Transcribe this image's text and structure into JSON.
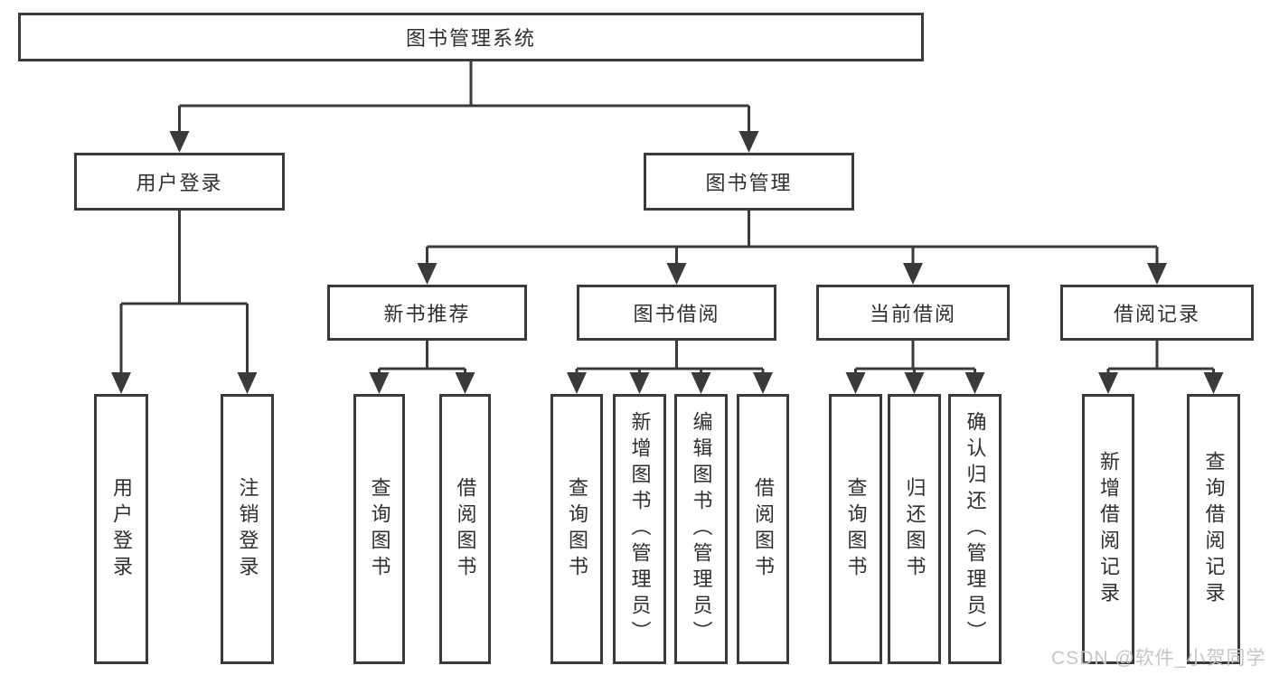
{
  "tree": {
    "root": "图书管理系统",
    "branches": [
      {
        "label": "用户登录",
        "leaves": [
          "用户登录",
          "注销登录"
        ]
      },
      {
        "label": "图书管理",
        "sections": [
          {
            "label": "新书推荐",
            "leaves": [
              "查询图书",
              "借阅图书"
            ]
          },
          {
            "label": "图书借阅",
            "leaves": [
              "查询图书",
              "新增图书（管理员）",
              "编辑图书（管理员）",
              "借阅图书"
            ]
          },
          {
            "label": "当前借阅",
            "leaves": [
              "查询图书",
              "归还图书",
              "确认归还（管理员）"
            ]
          },
          {
            "label": "借阅记录",
            "leaves": [
              "新增借阅记录",
              "查询借阅记录"
            ]
          }
        ]
      }
    ]
  },
  "watermark": "CSDN @软件_小贺同学",
  "colors": {
    "line": "#3a3a3a",
    "text": "#2f2f2f",
    "watermark": "#c6c6c6",
    "background": "#ffffff"
  }
}
